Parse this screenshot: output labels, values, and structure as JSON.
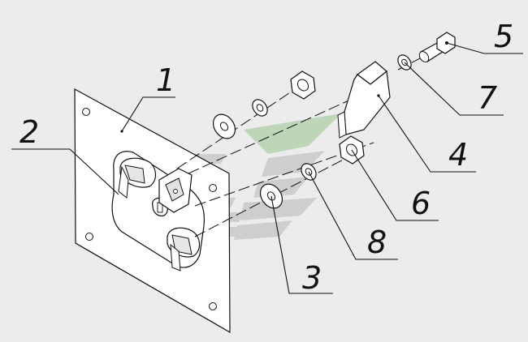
{
  "diagram": {
    "background_color": "#ececec",
    "line_color": "#111111",
    "part_fill_color": "#ffffff",
    "watermark_color": "#c9c9c9",
    "watermark_accent_color": "#b7d2b0",
    "watermark": "logo-watermark",
    "callouts": [
      {
        "id": "1",
        "label": "1"
      },
      {
        "id": "2",
        "label": "2"
      },
      {
        "id": "3",
        "label": "3"
      },
      {
        "id": "4",
        "label": "4"
      },
      {
        "id": "5",
        "label": "5"
      },
      {
        "id": "6",
        "label": "6"
      },
      {
        "id": "7",
        "label": "7"
      },
      {
        "id": "8",
        "label": "8"
      }
    ]
  }
}
